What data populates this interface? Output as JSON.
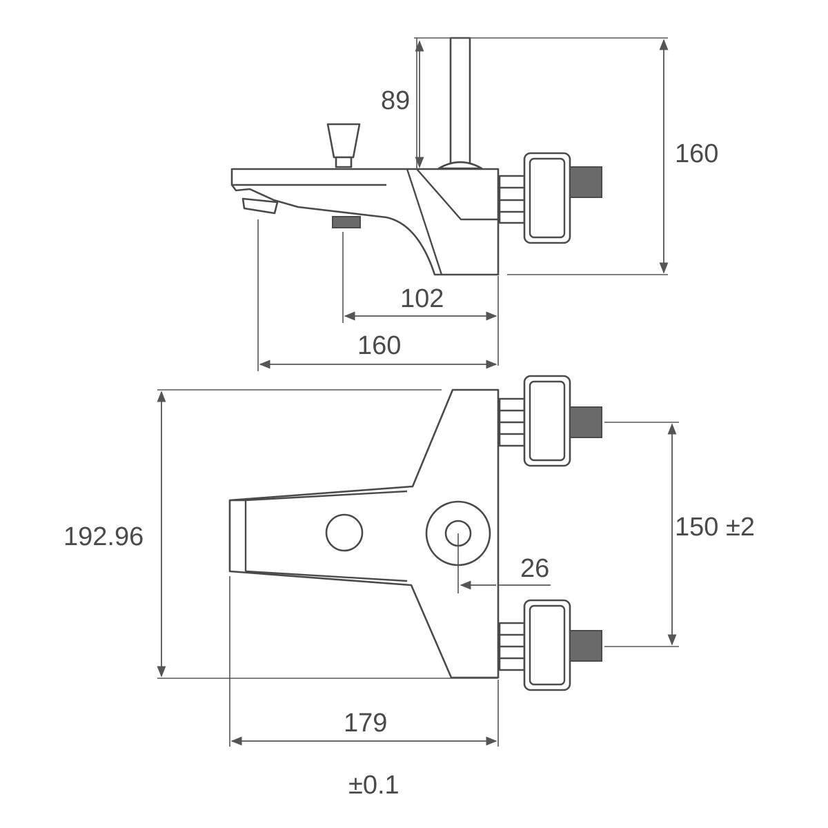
{
  "dimensions": {
    "side_height_top": "89",
    "side_height_total": "160",
    "side_depth_inner": "102",
    "side_depth_total": "160",
    "plan_height": "192.96",
    "plan_centres": "150 ±2",
    "plan_offset": "26",
    "plan_width": "179",
    "tolerance": "±0.1"
  },
  "colors": {
    "line": "#4a4a4a",
    "thread": "#6a6a6a",
    "background": "#ffffff"
  }
}
